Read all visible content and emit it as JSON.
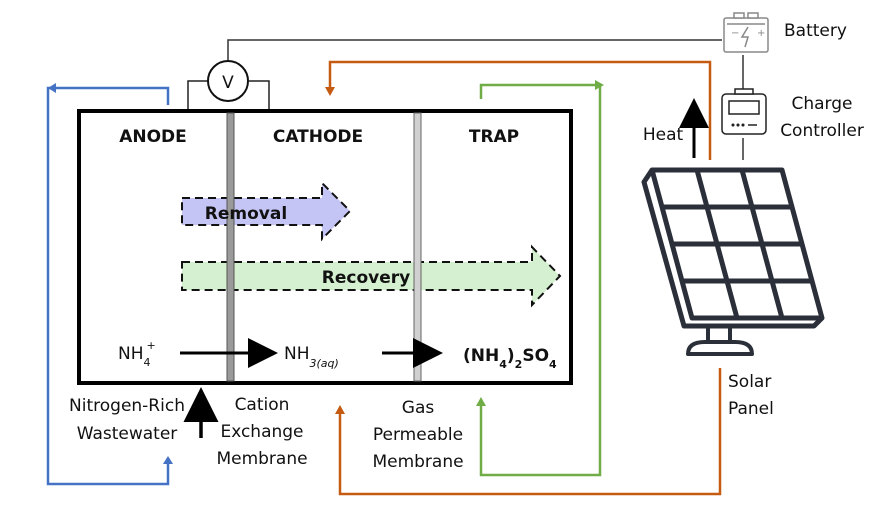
{
  "diagram": {
    "chambers": {
      "anode": "ANODE",
      "cathode": "CATHODE",
      "trap": "TRAP"
    },
    "voltmeter_label": "V",
    "flow_arrows": {
      "removal": "Removal",
      "recovery": "Recovery"
    },
    "reaction": {
      "reactant_base": "NH",
      "reactant_sub": "4",
      "reactant_sup": "+",
      "intermediate_base": "NH",
      "intermediate_sub": "3(aq)",
      "product_open": "(NH",
      "product_sub1": "4",
      "product_close": ")",
      "product_sub2": "2",
      "product_so": "SO",
      "product_sub3": "4"
    },
    "labels": {
      "wastewater_line1": "Nitrogen-Rich",
      "wastewater_line2": "Wastewater",
      "cem_line1": "Cation",
      "cem_line2": "Exchange",
      "cem_line3": "Membrane",
      "gpm_line1": "Gas",
      "gpm_line2": "Permeable",
      "gpm_line3": "Membrane",
      "battery": "Battery",
      "controller_line1": "Charge",
      "controller_line2": "Controller",
      "heat": "Heat",
      "solar_line1": "Solar",
      "solar_line2": "Panel"
    },
    "colors": {
      "wastewater_loop": "#4472c4",
      "heat_loop": "#c55a11",
      "trap_loop": "#70ad47",
      "removal_fill": "#c5c5f5",
      "recovery_fill": "#d5f0d0",
      "cem": "#9a9a9a",
      "gpm": "#d0d0d0",
      "panel": "#2b2f3a"
    }
  }
}
